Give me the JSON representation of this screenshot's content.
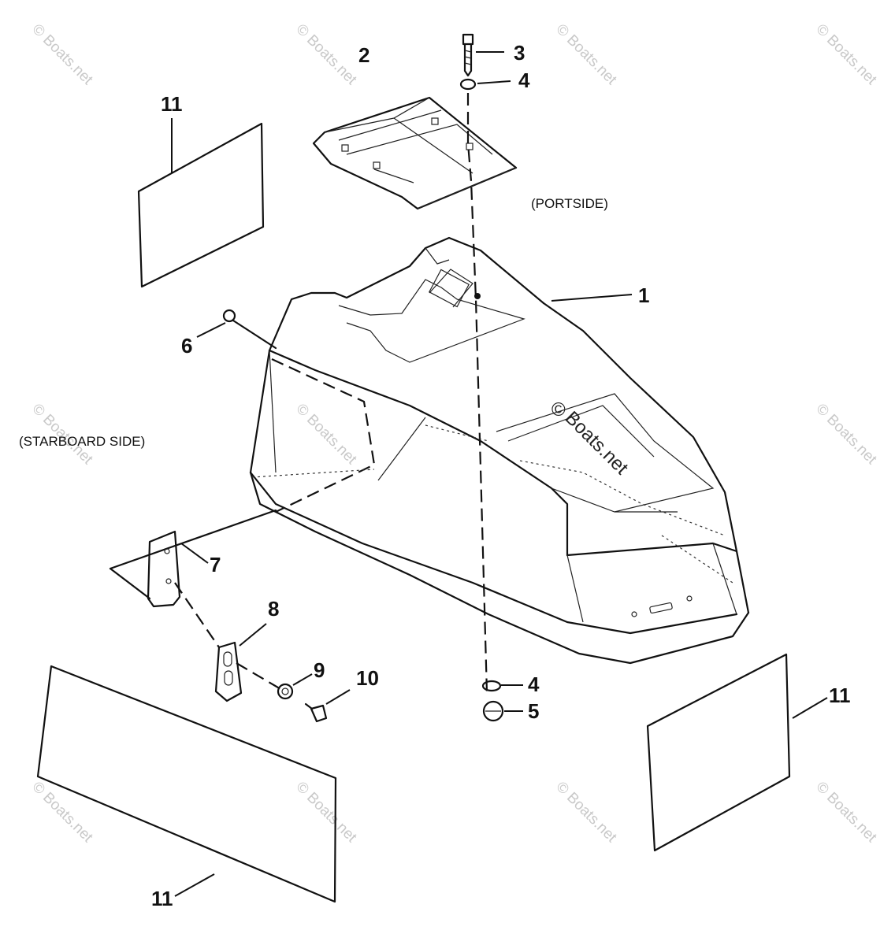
{
  "labels": {
    "portside": "(PORTSIDE)",
    "starboard": "(STARBOARD SIDE)"
  },
  "callouts": {
    "c1": "1",
    "c2": "2",
    "c3": "3",
    "c4_top": "4",
    "c4_bottom": "4",
    "c5": "5",
    "c6": "6",
    "c7": "7",
    "c8": "8",
    "c9": "9",
    "c10": "10",
    "c11_top_left": "11",
    "c11_right": "11",
    "c11_bottom_left": "11"
  },
  "watermark": {
    "text": "© Boats.net",
    "center_symbol": "©",
    "center_text": "Boats.net"
  }
}
